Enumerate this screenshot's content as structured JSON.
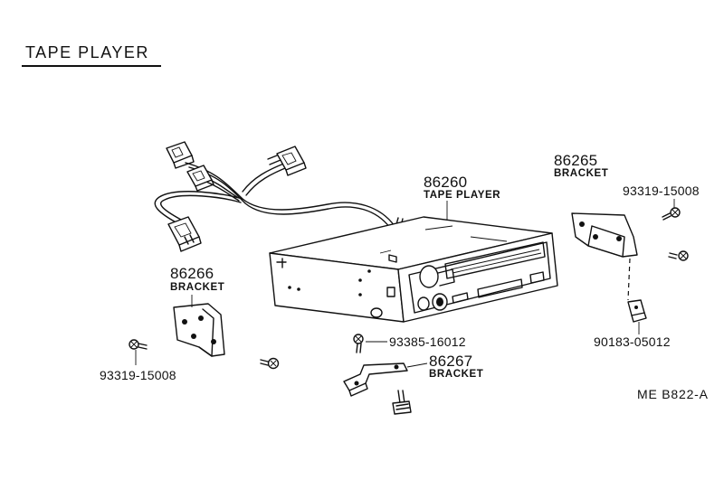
{
  "diagram": {
    "title": "TAPE PLAYER",
    "reference": "ME  B822-A",
    "callouts": [
      {
        "id": "tape-player",
        "part_number": "86260",
        "name": "TAPE PLAYER"
      },
      {
        "id": "bracket-right",
        "part_number": "86265",
        "name": "BRACKET"
      },
      {
        "id": "screw-right",
        "part_number": "93319-15008"
      },
      {
        "id": "nut-right",
        "part_number": "90183-05012"
      },
      {
        "id": "bracket-left",
        "part_number": "86266",
        "name": "BRACKET"
      },
      {
        "id": "screw-left",
        "part_number": "93319-15008"
      },
      {
        "id": "screw-bottom",
        "part_number": "93385-16012"
      },
      {
        "id": "bracket-bottom",
        "part_number": "86267",
        "name": "BRACKET"
      }
    ]
  }
}
